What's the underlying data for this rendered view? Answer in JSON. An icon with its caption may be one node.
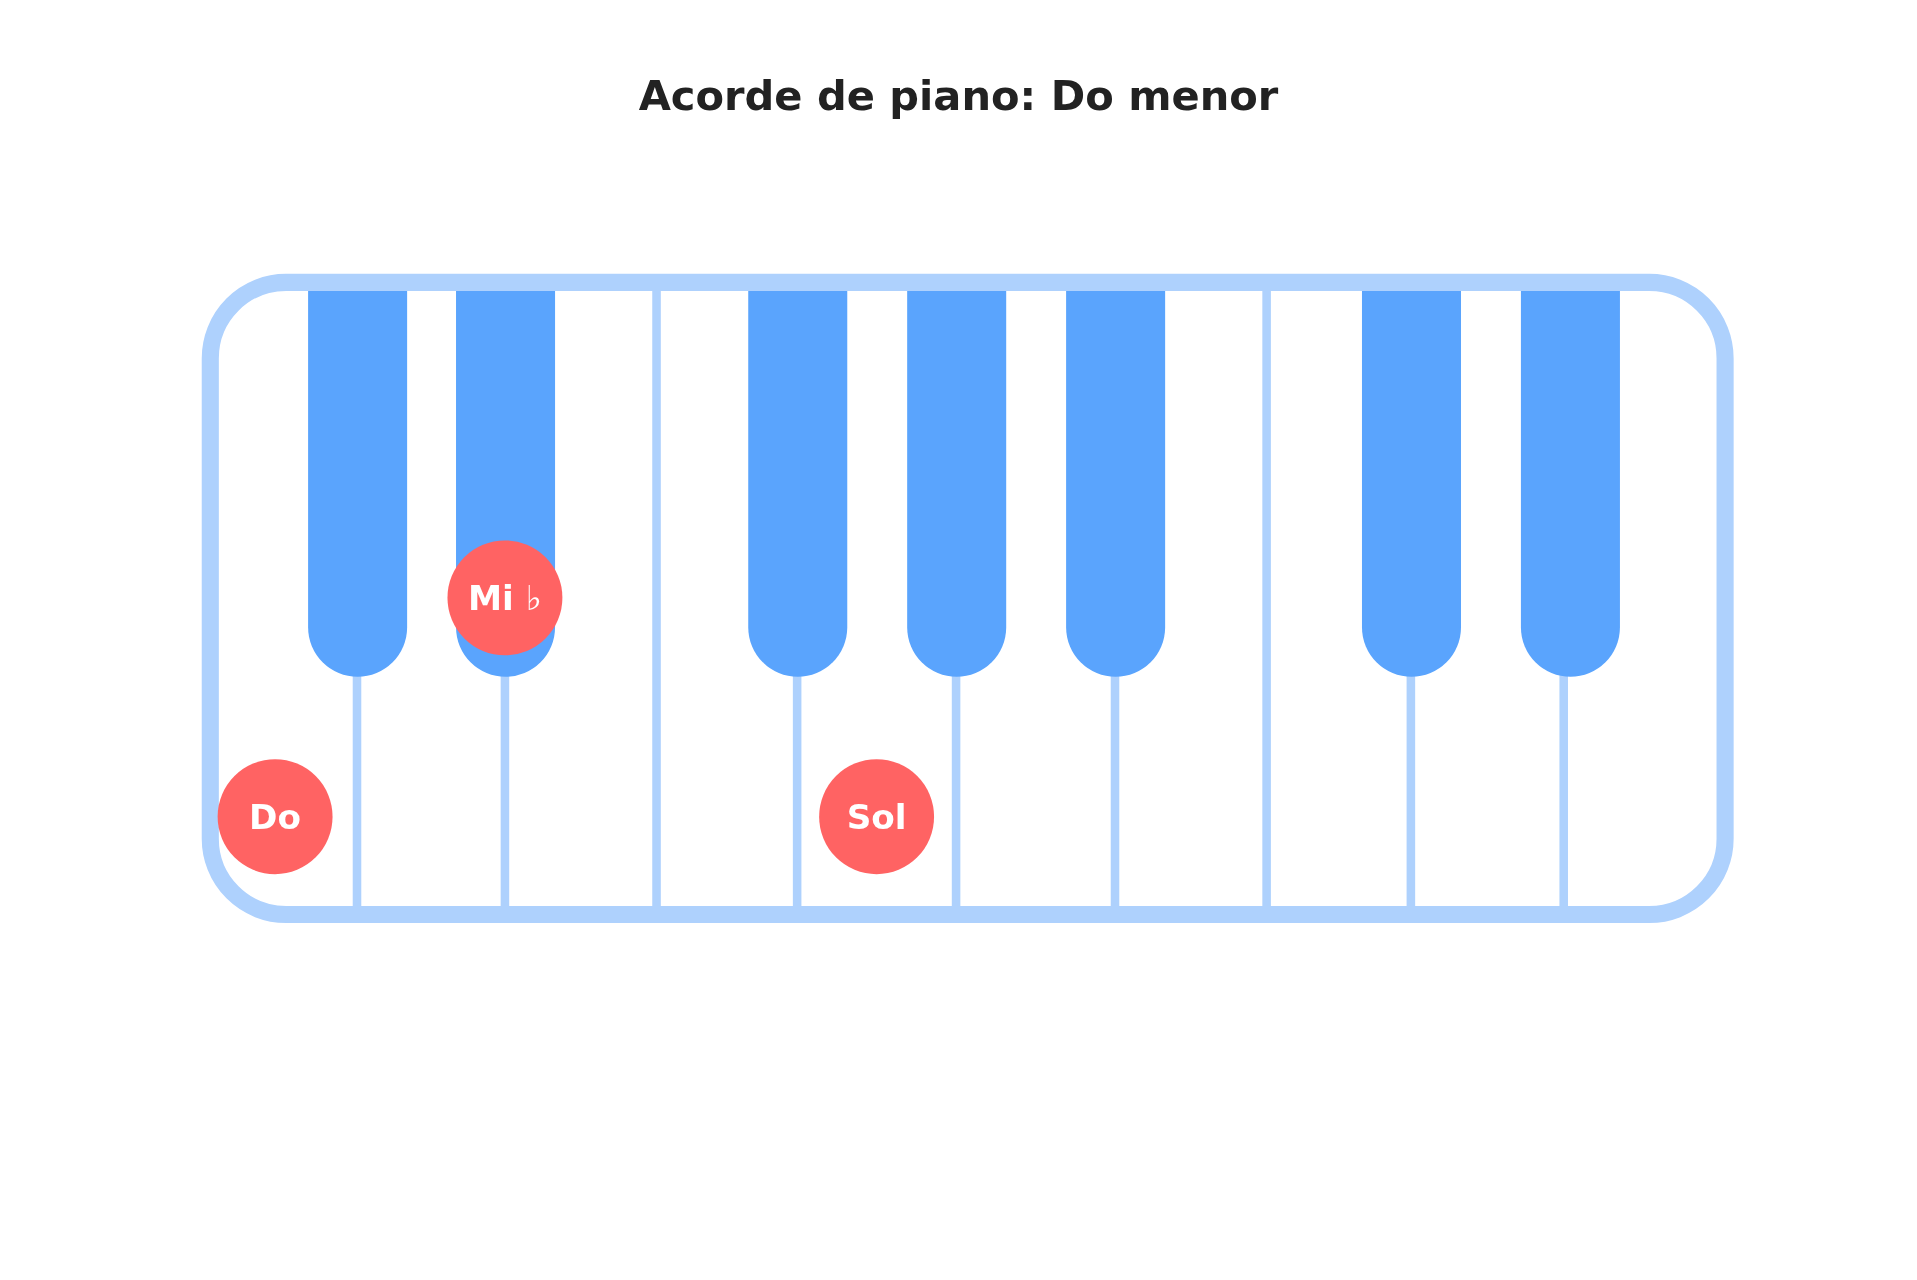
{
  "diagram": {
    "title": "Acorde de piano: Do menor",
    "nodes": [
      {
        "text": [
          "Do"
        ]
      },
      {
        "text": [
          "Mi ♭"
        ]
      },
      {
        "text": [
          "Sol"
        ]
      }
    ]
  }
}
